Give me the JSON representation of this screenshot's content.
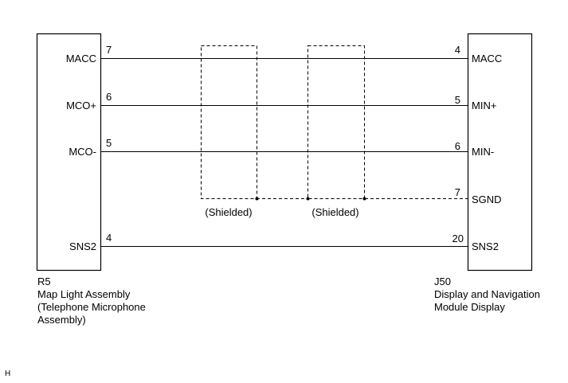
{
  "left_connector": {
    "code": "R5",
    "name_lines": [
      "Map Light Assembly",
      "(Telephone Microphone",
      "Assembly)"
    ],
    "pins": [
      {
        "label": "MACC",
        "pin": "7"
      },
      {
        "label": "MCO+",
        "pin": "6"
      },
      {
        "label": "MCO-",
        "pin": "5"
      },
      {
        "label": "SNS2",
        "pin": "4"
      }
    ]
  },
  "right_connector": {
    "code": "J50",
    "name_lines": [
      "Display and Navigation",
      "Module Display"
    ],
    "pins": [
      {
        "label": "MACC",
        "pin": "4"
      },
      {
        "label": "MIN+",
        "pin": "5"
      },
      {
        "label": "MIN-",
        "pin": "6"
      },
      {
        "label": "SGND",
        "pin": "7"
      },
      {
        "label": "SNS2",
        "pin": "20"
      }
    ]
  },
  "shields": [
    {
      "label": "(Shielded)"
    },
    {
      "label": "(Shielded)"
    }
  ],
  "corner_mark": "H"
}
